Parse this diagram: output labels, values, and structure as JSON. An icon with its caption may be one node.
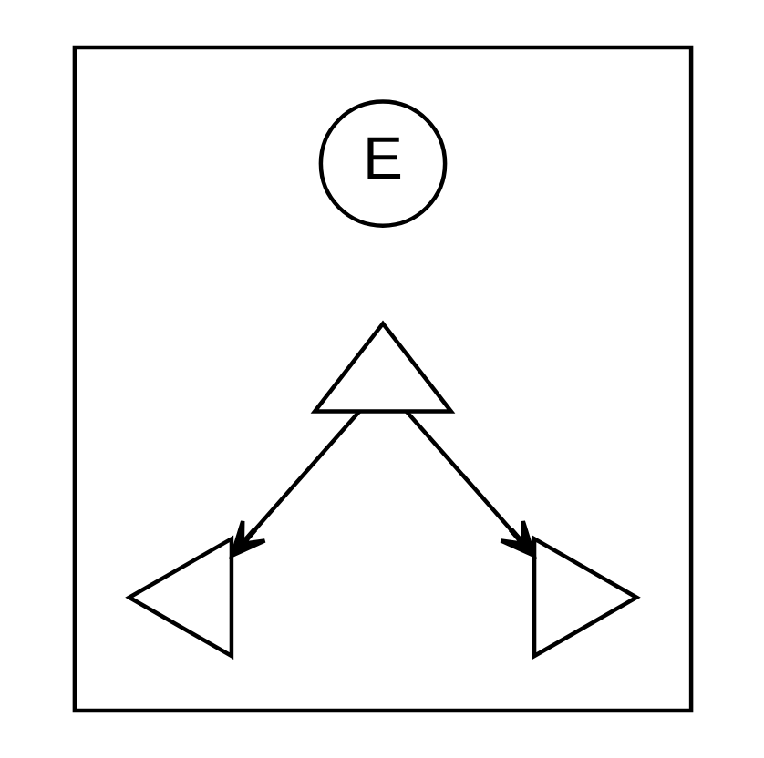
{
  "diagram": {
    "nodes": [
      {
        "text": [],
        "shape": "box"
      },
      {
        "text": [
          "E"
        ],
        "in": 0
      },
      {
        "text": [],
        "shape": "triangle",
        "in": 0
      },
      {
        "text": [],
        "shape": "triangle",
        "in": 0
      },
      {
        "text": [],
        "shape": "triangle",
        "in": 0
      }
    ],
    "edges": [
      {
        "from": 2,
        "to": 3,
        "arrow": "to"
      },
      {
        "from": 2,
        "to": 4,
        "arrow": "to"
      }
    ]
  }
}
